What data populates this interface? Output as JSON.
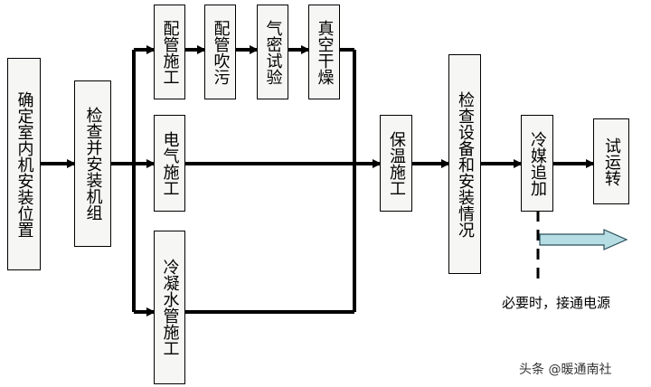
{
  "boxes": {
    "confirm_location": "确定室内机安装位置",
    "inspect_install": "检查并安装机组",
    "piping_work": "配管施工",
    "pipe_purge": "配管吹污",
    "air_tight_test": "气密试验",
    "vacuum_dry": "真空干燥",
    "electrical_work": "电气施工",
    "condensate_work": "冷凝水管施工",
    "insulation_work": "保温施工",
    "inspect_equipment": "检查设备和安装情况",
    "add_refrigerant": "冷媒追加",
    "trial_run": "试运转"
  },
  "note": "必要时，接通电源",
  "watermark": "头条 @暖通南社",
  "colors": {
    "line": "#000000",
    "arrow_fill": "#b7dde4",
    "box_bg": "#f6f6f4"
  }
}
